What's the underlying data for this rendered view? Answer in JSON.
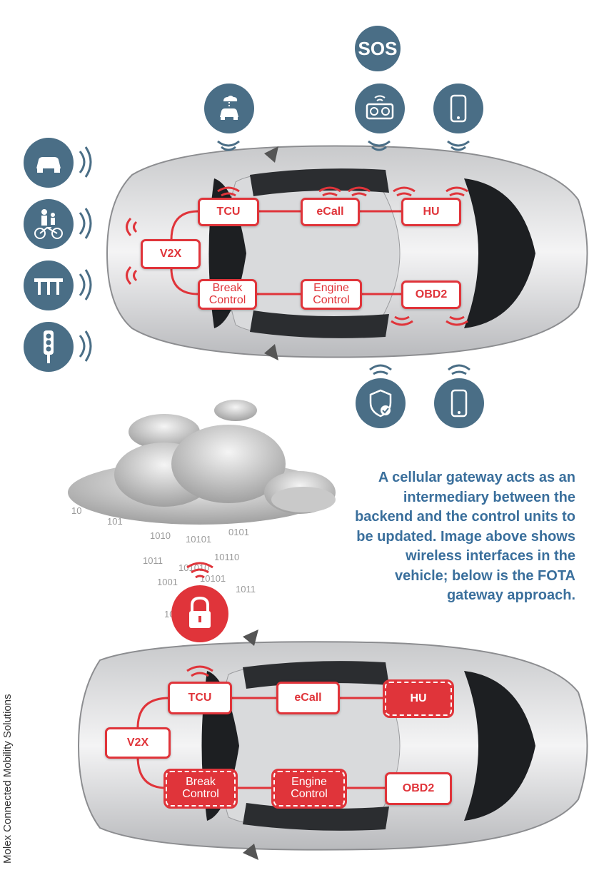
{
  "top_car_nodes": {
    "tcu": "TCU",
    "ecall": "eCall",
    "hu": "HU",
    "v2x": "V2X",
    "break_control": "Break\nControl",
    "engine_control": "Engine\nControl",
    "obd2": "OBD2"
  },
  "bottom_car_nodes": {
    "tcu": "TCU",
    "ecall": "eCall",
    "hu": "HU",
    "v2x": "V2X",
    "break_control": "Break\nControl",
    "engine_control": "Engine\nControl",
    "obd2": "OBD2"
  },
  "sos_label": "SOS",
  "caption": "A cellular gateway acts as an intermediary between the backend and the control units to be updated. Image above shows wireless interfaces in the vehicle; below is the FOTA gateway approach.",
  "credit": "Molex Connected Mobility Solutions",
  "cloud_binary": [
    "10",
    "101",
    "1010",
    "10101",
    "0101",
    "1011",
    "101010",
    "10110",
    "1001",
    "10101",
    "1011",
    "10"
  ],
  "colors": {
    "accent_red": "#e0343a",
    "icon_blue": "#4a6e86",
    "caption_blue": "#3a6f9c"
  },
  "icons": [
    "car-cloud-icon",
    "sos-icon",
    "infotainment-icon",
    "smartphone-icon",
    "car-icon",
    "pedestrian-bicycle-icon",
    "bridge-icon",
    "traffic-light-icon",
    "shield-check-icon",
    "smartphone-icon",
    "lock-icon"
  ]
}
